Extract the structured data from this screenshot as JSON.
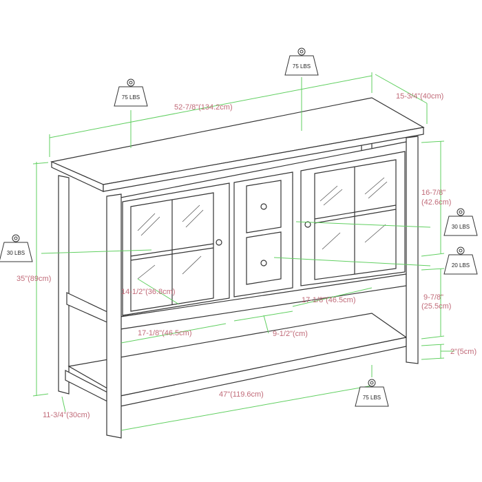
{
  "dimensions": {
    "width": "52-7/8\"(134.2cm)",
    "depth": "15-3/4\"(40cm)",
    "height": "35\"(89cm)",
    "upper_height_line1": "16-7/8\"",
    "upper_height_line2": "(42.6cm)",
    "lower_height_line1": "9-7/8\"",
    "lower_height_line2": "(25.5cm)",
    "foot": "2\"(5cm)",
    "shelf_depth": "14-1/2\"(36.8cm)",
    "left_opening": "17-1/8\"(46.5cm)",
    "right_opening": "17-1/8\"(46.5cm)",
    "center_gap": "9-1/2\"(cm)",
    "shelf_width": "47\"(119.6cm)",
    "side_depth": "11-3/4\"(30cm)"
  },
  "weights": {
    "top_left": "75 LBS",
    "top_center": "75 LBS",
    "left_shelf": "30 LBS",
    "right_shelf": "30 LBS",
    "drawer": "20 LBS",
    "bottom_shelf": "75 LBS"
  },
  "colors": {
    "dimension_line": "#5fcf5f",
    "dimension_text": "#c06a78",
    "outline": "#333333"
  }
}
